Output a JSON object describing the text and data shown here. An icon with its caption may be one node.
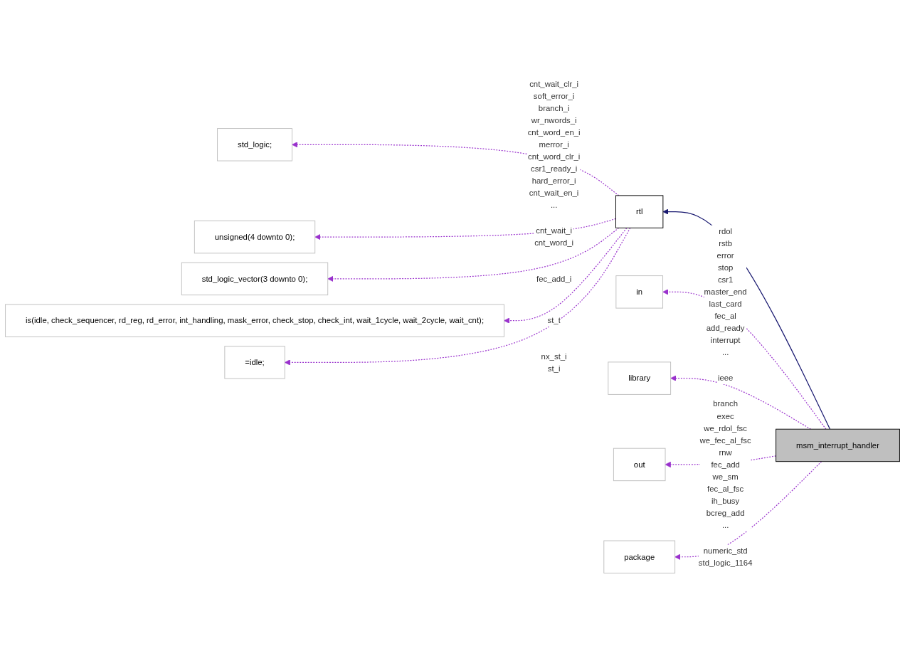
{
  "diagram": {
    "nodes": [
      {
        "text": [
          "msm_interrupt_handler"
        ]
      },
      {
        "text": [
          "rtl"
        ]
      },
      {
        "text": [
          "std_logic;"
        ]
      },
      {
        "text": [
          "unsigned(4 downto 0);"
        ]
      },
      {
        "text": [
          "std_logic_vector(3 downto 0);"
        ]
      },
      {
        "text": [
          "is(idle, check_sequencer, rd_reg, rd_error, int_handling, mask_error, check_stop, check_int, wait_1cycle, wait_2cycle, wait_cnt);"
        ]
      },
      {
        "text": [
          "=idle;"
        ]
      },
      {
        "text": [
          "in"
        ]
      },
      {
        "text": [
          "library"
        ]
      },
      {
        "text": [
          "out"
        ]
      },
      {
        "text": [
          "package"
        ]
      }
    ],
    "edges": [
      {
        "from": 0,
        "to": 1,
        "arrow": "to",
        "color": "#191970"
      },
      {
        "from": 1,
        "to": 2,
        "arrow": "to",
        "style": "dashed",
        "label": "cnt_wait_clr_i soft_error_i branch_i wr_nwords_i cnt_word_en_i merror_i cnt_word_clr_i csr1_ready_i hard_error_i cnt_wait_en_i ..."
      },
      {
        "from": 1,
        "to": 3,
        "arrow": "to",
        "style": "dashed",
        "label": "cnt_wait_i cnt_word_i"
      },
      {
        "from": 1,
        "to": 4,
        "arrow": "to",
        "style": "dashed",
        "label": "fec_add_i"
      },
      {
        "from": 1,
        "to": 5,
        "arrow": "to",
        "style": "dashed",
        "label": "st_t"
      },
      {
        "from": 1,
        "to": 6,
        "arrow": "to",
        "style": "dashed",
        "label": "nx_st_i st_i"
      },
      {
        "from": 0,
        "to": 7,
        "arrow": "to",
        "style": "dashed",
        "label": "rdol rstb error stop csr1 master_end last_card fec_al add_ready interrupt ..."
      },
      {
        "from": 0,
        "to": 8,
        "arrow": "to",
        "style": "dashed",
        "label": "ieee"
      },
      {
        "from": 0,
        "to": 9,
        "arrow": "to",
        "style": "dashed",
        "label": "branch exec we_rdol_fsc we_fec_al_fsc rnw fec_add we_sm fec_al_fsc ih_busy bcreg_add ..."
      },
      {
        "from": 0,
        "to": 10,
        "arrow": "to",
        "style": "dashed",
        "label": "numeric_std std_logic_1164"
      }
    ]
  }
}
